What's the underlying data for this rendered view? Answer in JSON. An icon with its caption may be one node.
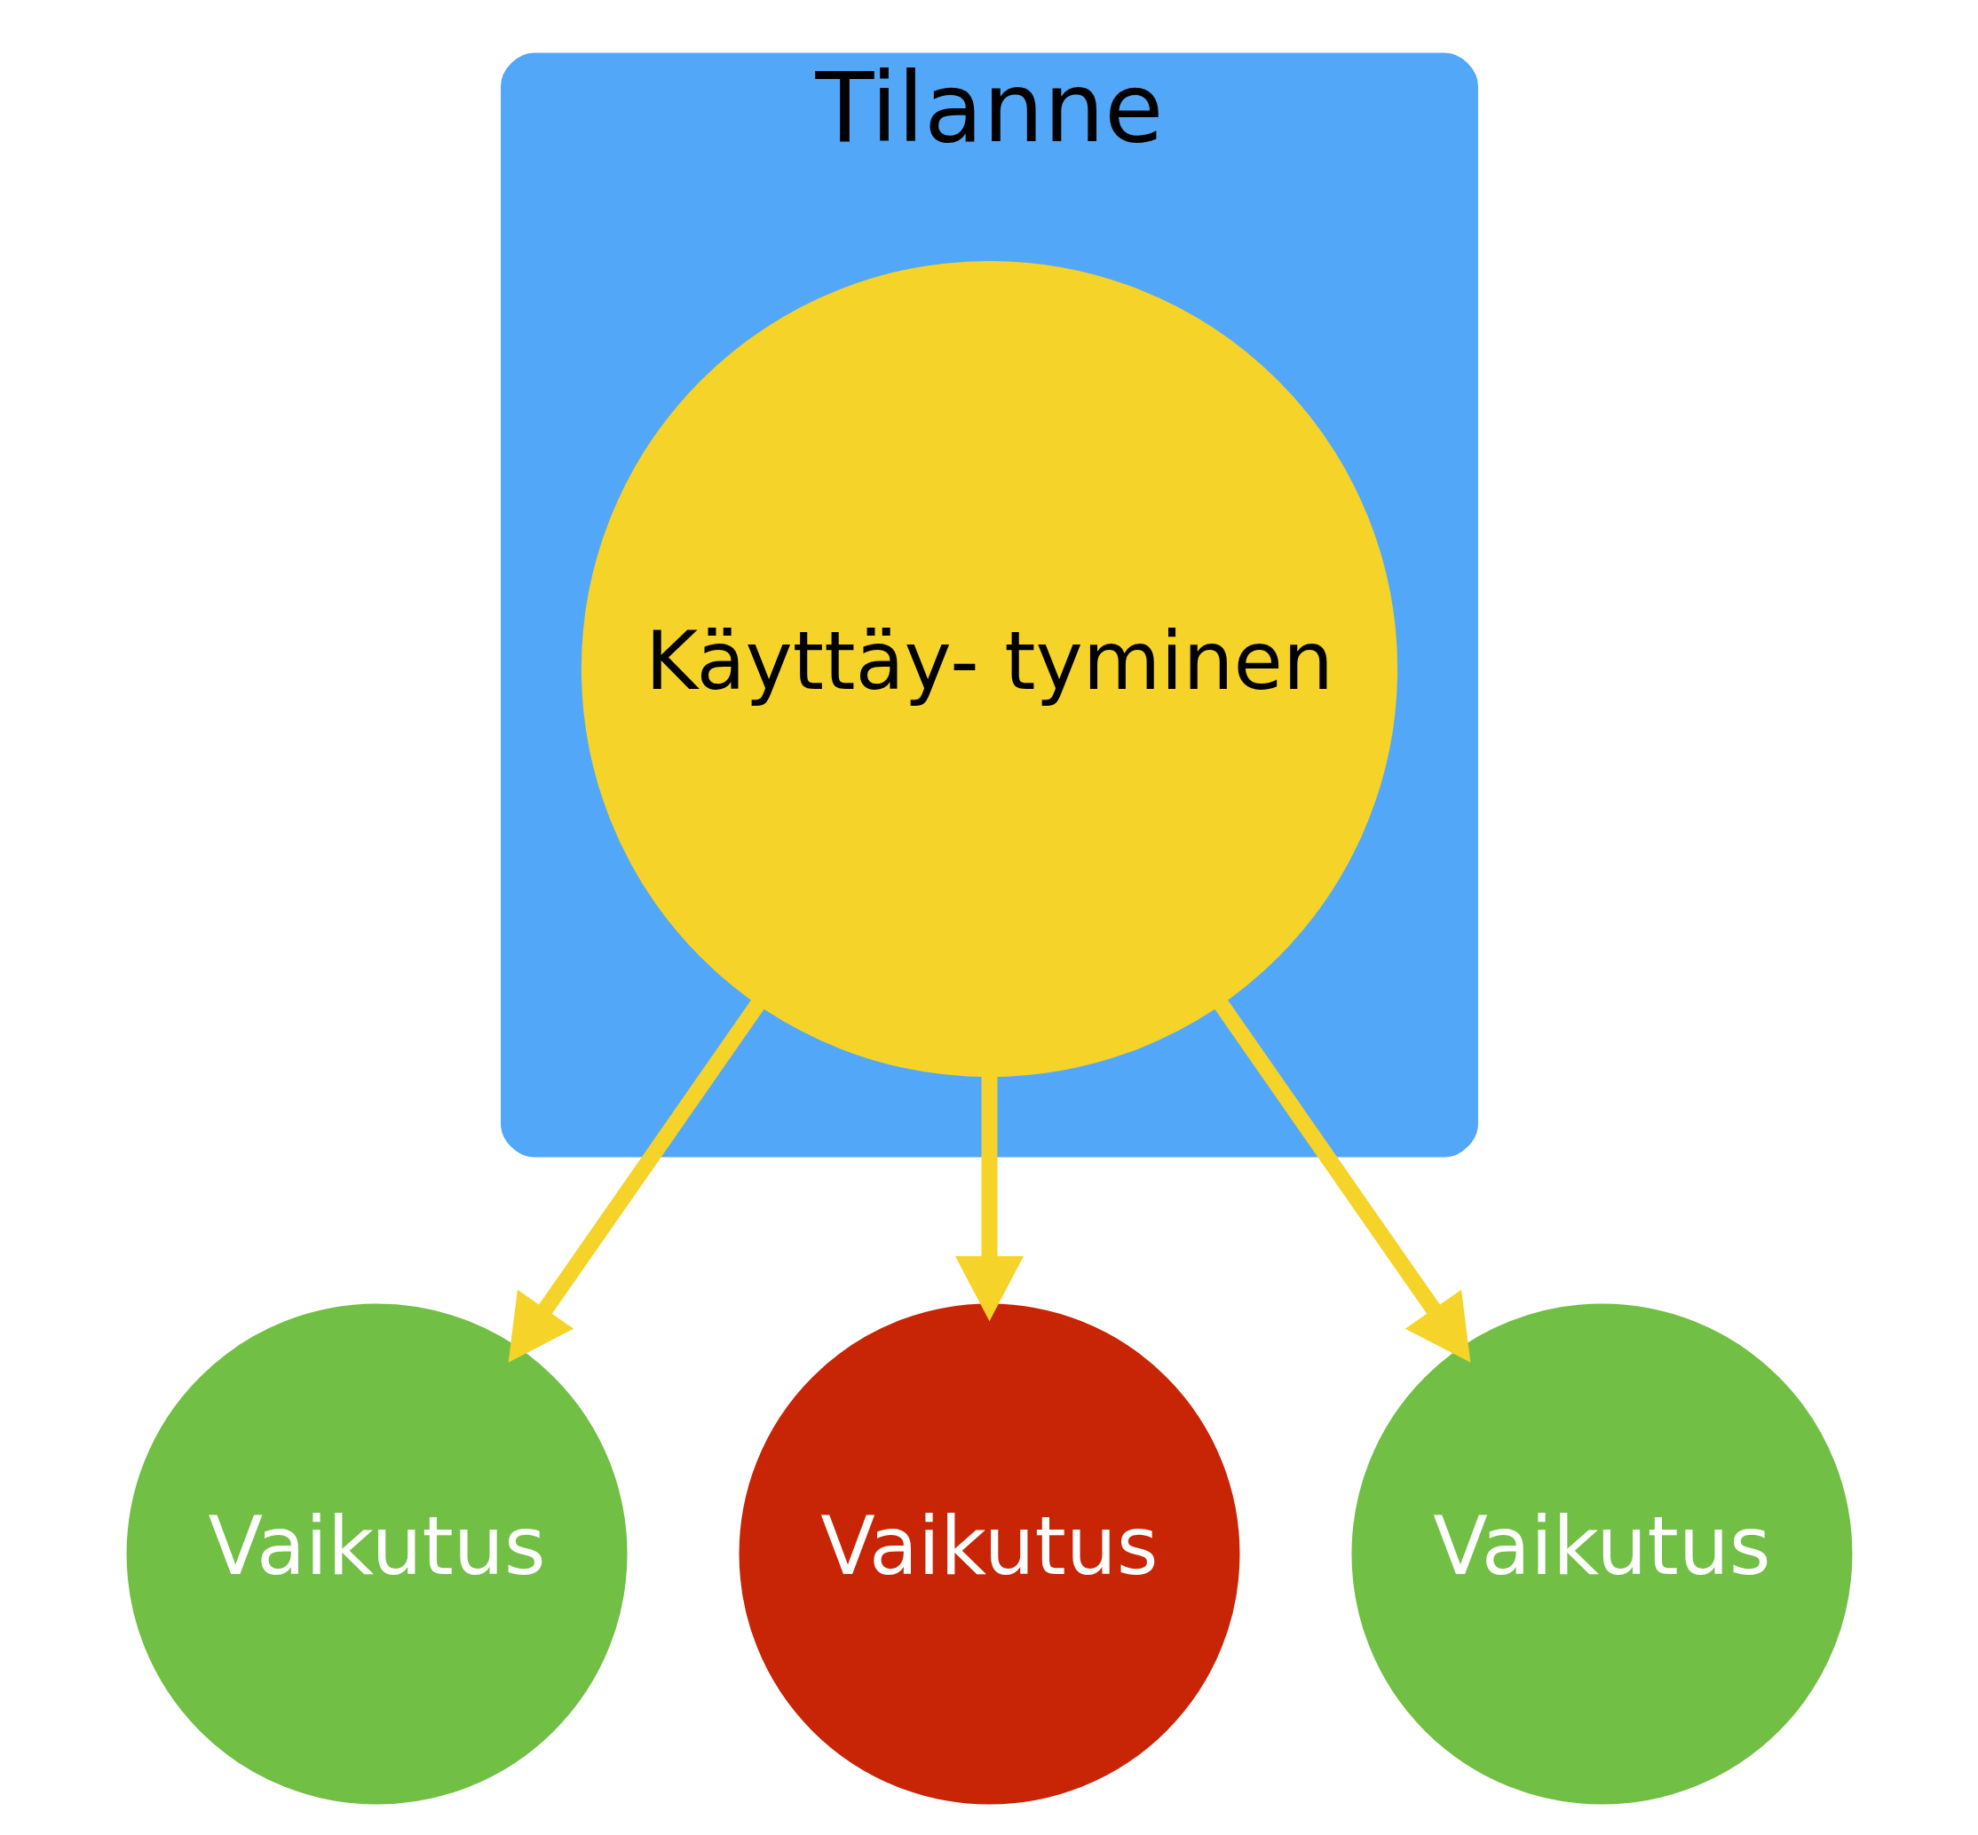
{
  "diagram": {
    "nodes": [
      {
        "text": [
          "Tilanne"
        ]
      },
      {
        "text": [
          "Käyttäy- tyminen"
        ],
        "in": 0
      },
      {
        "text": [
          "Vaikutus"
        ]
      },
      {
        "text": [
          "Vaikutus"
        ]
      },
      {
        "text": [
          "Vaikutus"
        ]
      }
    ],
    "edges": [
      {
        "from": 1,
        "to": 2,
        "arrow": "to"
      },
      {
        "from": 1,
        "to": 3,
        "arrow": "to"
      },
      {
        "from": 1,
        "to": 4,
        "arrow": "to"
      }
    ]
  }
}
